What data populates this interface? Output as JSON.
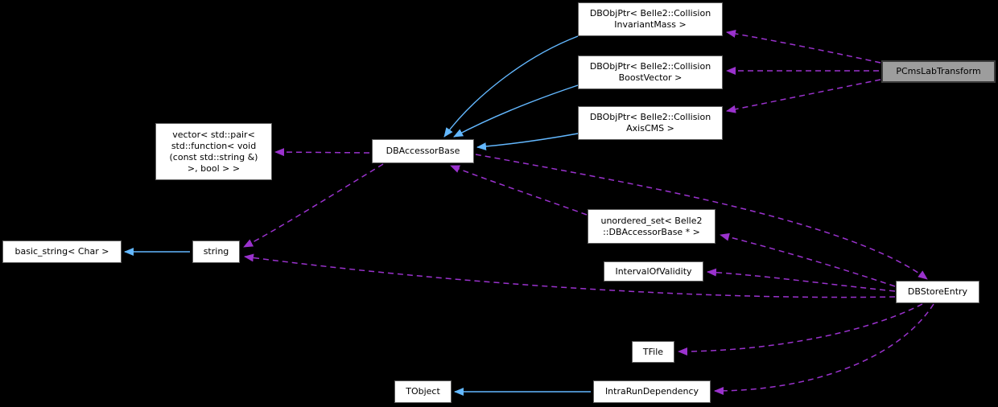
{
  "diagram": {
    "type": "collaboration-graph",
    "nodes": {
      "pcmslabtransform": {
        "label": "PCmsLabTransform",
        "highlighted": true
      },
      "dbobjptr_invariantmass": {
        "label": "DBObjPtr< Belle2::Collision\nInvariantMass >"
      },
      "dbobjptr_boostvector": {
        "label": "DBObjPtr< Belle2::Collision\nBoostVector >"
      },
      "dbobjptr_axiscms": {
        "label": "DBObjPtr< Belle2::Collision\nAxisCMS >"
      },
      "dbaccessorbase": {
        "label": "DBAccessorBase"
      },
      "vector_pair": {
        "label": "vector< std::pair<\nstd::function< void\n(const std::string &)\n>, bool > >"
      },
      "basic_string": {
        "label": "basic_string< Char >"
      },
      "string": {
        "label": "string"
      },
      "unordered_set": {
        "label": "unordered_set< Belle2\n::DBAccessorBase * >"
      },
      "intervalofvalidity": {
        "label": "IntervalOfValidity"
      },
      "dbstoreentry": {
        "label": "DBStoreEntry"
      },
      "tfile": {
        "label": "TFile"
      },
      "tobject": {
        "label": "TObject"
      },
      "intrarundependency": {
        "label": "IntraRunDependency"
      }
    },
    "edges": [
      {
        "from": "dbobjptr_invariantmass",
        "to": "dbaccessorbase",
        "relation": "inheritance"
      },
      {
        "from": "dbobjptr_boostvector",
        "to": "dbaccessorbase",
        "relation": "inheritance"
      },
      {
        "from": "dbobjptr_axiscms",
        "to": "dbaccessorbase",
        "relation": "inheritance"
      },
      {
        "from": "string",
        "to": "basic_string",
        "relation": "inheritance"
      },
      {
        "from": "intrarundependency",
        "to": "tobject",
        "relation": "inheritance"
      },
      {
        "from": "pcmslabtransform",
        "to": "dbobjptr_invariantmass",
        "relation": "usage"
      },
      {
        "from": "pcmslabtransform",
        "to": "dbobjptr_boostvector",
        "relation": "usage"
      },
      {
        "from": "pcmslabtransform",
        "to": "dbobjptr_axiscms",
        "relation": "usage"
      },
      {
        "from": "dbaccessorbase",
        "to": "vector_pair",
        "relation": "usage"
      },
      {
        "from": "dbaccessorbase",
        "to": "string",
        "relation": "usage"
      },
      {
        "from": "dbaccessorbase",
        "to": "dbstoreentry",
        "relation": "usage"
      },
      {
        "from": "unordered_set",
        "to": "dbaccessorbase",
        "relation": "usage"
      },
      {
        "from": "dbstoreentry",
        "to": "unordered_set",
        "relation": "usage"
      },
      {
        "from": "dbstoreentry",
        "to": "intervalofvalidity",
        "relation": "usage"
      },
      {
        "from": "dbstoreentry",
        "to": "string",
        "relation": "usage"
      },
      {
        "from": "dbstoreentry",
        "to": "tfile",
        "relation": "usage"
      },
      {
        "from": "dbstoreentry",
        "to": "intrarundependency",
        "relation": "usage"
      }
    ],
    "colors": {
      "background": "#000000",
      "node_fill": "#ffffff",
      "node_border": "#5e5e5e",
      "node_text": "#000000",
      "highlight_fill": "#9d9d9d",
      "highlight_border": "#3c3c3c",
      "inheritance_arrow": "#63b8ff",
      "usage_arrow": "#9a32cd"
    }
  }
}
